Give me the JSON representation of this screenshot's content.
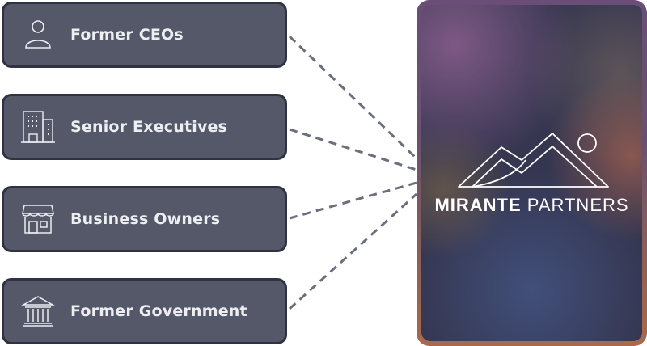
{
  "sources": [
    {
      "label": "Former CEOs",
      "icon": "person-icon"
    },
    {
      "label": "Senior Executives",
      "icon": "office-building-icon"
    },
    {
      "label": "Business Owners",
      "icon": "storefront-icon"
    },
    {
      "label": "Former Government",
      "icon": "government-building-icon"
    }
  ],
  "brand": {
    "name_bold": "MIRANTE",
    "name_light": "PARTNERS",
    "logo_icon": "mountains-sun-logo"
  },
  "colors": {
    "card": "#555869",
    "card_border": "#2f3240",
    "connector": "#6b6e7c"
  }
}
